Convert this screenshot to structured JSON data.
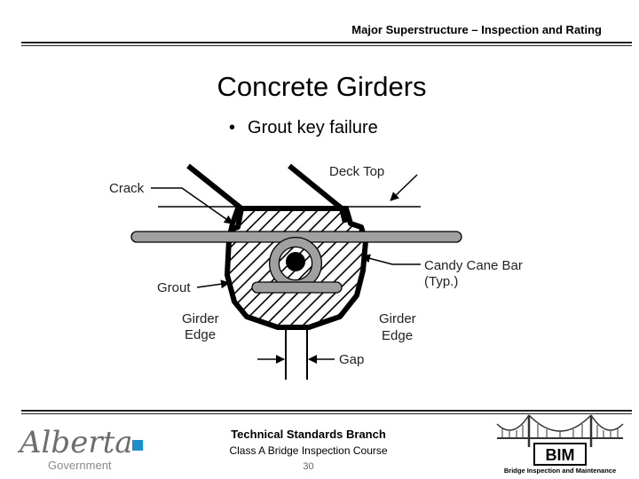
{
  "header": {
    "text": "Major Superstructure – Inspection and Rating"
  },
  "slide": {
    "title": "Concrete Girders",
    "bullet": "Grout key failure"
  },
  "diagram": {
    "labels": {
      "crack": "Crack",
      "deck_top": "Deck Top",
      "candy_cane_bar": "Candy Cane Bar",
      "typ": "(Typ.)",
      "grout": "Grout",
      "girder_edge_left_1": "Girder",
      "girder_edge_left_2": "Edge",
      "girder_edge_right_1": "Girder",
      "girder_edge_right_2": "Edge",
      "gap": "Gap"
    }
  },
  "footer": {
    "line1": "Technical Standards Branch",
    "line2": "Class A Bridge Inspection Course",
    "page_number": "30"
  },
  "logos": {
    "alberta_text": "Alberta",
    "government_text": "Government",
    "bim_text": "BIM",
    "bim_caption": "Bridge Inspection and Maintenance",
    "alberta_accent_color": "#1a8fc9"
  }
}
